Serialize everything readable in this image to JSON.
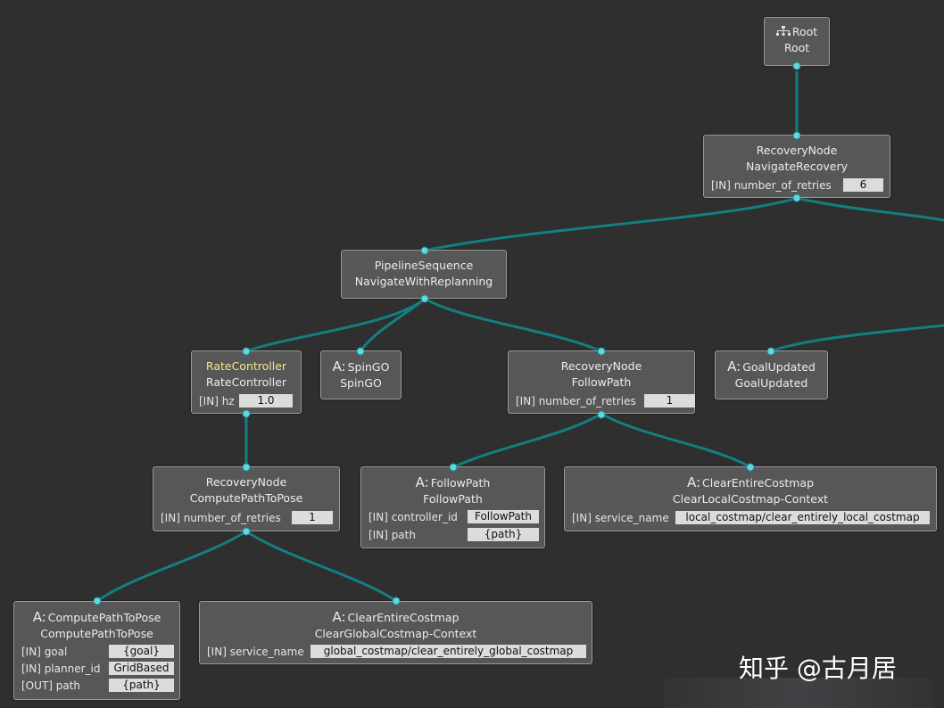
{
  "colors": {
    "background": "#2f2f2f",
    "edge": "#137f82",
    "port": "#5fd9e0",
    "node_bg": "#575757",
    "highlight": "#f1e58b"
  },
  "nodes": {
    "root": {
      "icon": "tree-icon",
      "title": "Root",
      "sub": "Root"
    },
    "navigate_recovery": {
      "title": "RecoveryNode",
      "sub": "NavigateRecovery",
      "ports": [
        {
          "label": "[IN] number_of_retries",
          "value": "6"
        }
      ]
    },
    "navigate_with_replanning": {
      "title": "PipelineSequence",
      "sub": "NavigateWithReplanning"
    },
    "rate_controller": {
      "title": "RateController",
      "sub": "RateController",
      "ports": [
        {
          "label": "[IN] hz",
          "value": "1.0"
        }
      ]
    },
    "spin_go": {
      "prefix": "A:",
      "title": "SpinGO",
      "sub": "SpinGO"
    },
    "follow_path_recovery": {
      "title": "RecoveryNode",
      "sub": "FollowPath",
      "ports": [
        {
          "label": "[IN] number_of_retries",
          "value": "1"
        }
      ]
    },
    "goal_updated": {
      "prefix": "A:",
      "title": "GoalUpdated",
      "sub": "GoalUpdated"
    },
    "compute_path_recovery": {
      "title": "RecoveryNode",
      "sub": "ComputePathToPose",
      "ports": [
        {
          "label": "[IN] number_of_retries",
          "value": "1"
        }
      ]
    },
    "follow_path_action": {
      "prefix": "A:",
      "title": "FollowPath",
      "sub": "FollowPath",
      "ports": [
        {
          "label": "[IN] controller_id",
          "value": "FollowPath"
        },
        {
          "label": "[IN] path",
          "value": "{path}"
        }
      ]
    },
    "clear_local": {
      "prefix": "A:",
      "title": "ClearEntireCostmap",
      "sub": "ClearLocalCostmap-Context",
      "ports": [
        {
          "label": "[IN] service_name",
          "value": "local_costmap/clear_entirely_local_costmap"
        }
      ]
    },
    "compute_path_action": {
      "prefix": "A:",
      "title": "ComputePathToPose",
      "sub": "ComputePathToPose",
      "ports": [
        {
          "label": "[IN] goal",
          "value": "{goal}"
        },
        {
          "label": "[IN] planner_id",
          "value": "GridBased"
        },
        {
          "label": "[OUT] path",
          "value": "{path}"
        }
      ]
    },
    "clear_global": {
      "prefix": "A:",
      "title": "ClearEntireCostmap",
      "sub": "ClearGlobalCostmap-Context",
      "ports": [
        {
          "label": "[IN] service_name",
          "value": "global_costmap/clear_entirely_global_costmap"
        }
      ]
    }
  },
  "watermark": "知乎 @古月居"
}
